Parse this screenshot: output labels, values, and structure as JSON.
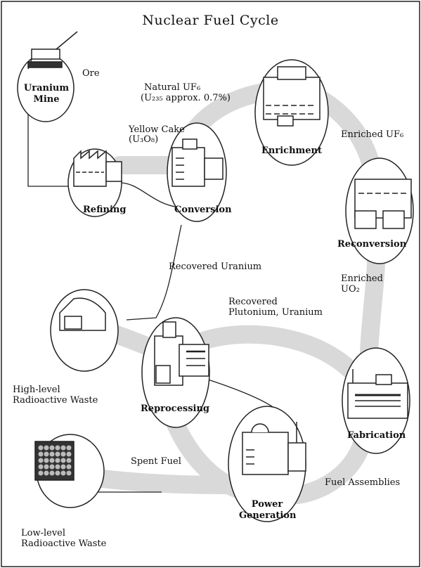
{
  "title": "Nuclear Fuel Cycle",
  "facilities": {
    "mine": "Uranium Mine",
    "refining": "Refining",
    "conversion": "Conversion",
    "enrichment": "Enrichment",
    "reconversion": "Reconversion",
    "fabrication": "Fabrication",
    "power": "Power Generation",
    "reprocessing": "Reprocessing"
  },
  "flows": {
    "ore": "Ore",
    "natural_uf6": "Natural UF₆",
    "natural_uf6_note": "(U₂₃₅ approx. 0.7%)",
    "yellow_cake": "Yellow Cake",
    "yellow_cake_formula": "(U₃O₈)",
    "enriched_uf6": "Enriched UF₆",
    "recovered_uranium": "Recovered Uranium",
    "enriched_uo2_a": "Enriched",
    "enriched_uo2_b": "UO₂",
    "recovered_pu_a": "Recovered",
    "recovered_pu_b": "Plutonium, Uranium",
    "spent_fuel": "Spent Fuel",
    "fuel_assemblies": "Fuel Assemblies"
  },
  "wastes": {
    "high_a": "High-level",
    "high_b": "Radioactive Waste",
    "low_a": "Low-level",
    "low_b": "Radioactive Waste"
  }
}
